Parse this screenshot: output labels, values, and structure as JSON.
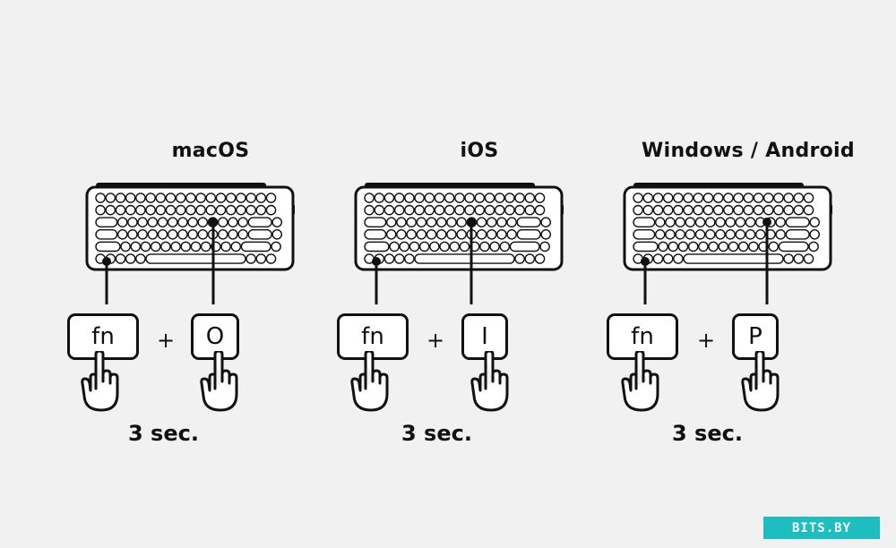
{
  "panels": [
    {
      "title": "macOS",
      "key1": "fn",
      "plus": "+",
      "key2": "O",
      "duration": "3 sec."
    },
    {
      "title": "iOS",
      "key1": "fn",
      "plus": "+",
      "key2": "I",
      "duration": "3 sec."
    },
    {
      "title": "Windows / Android",
      "key1": "fn",
      "plus": "+",
      "key2": "P",
      "duration": "3 sec."
    }
  ],
  "watermark": "BITS.BY",
  "colors": {
    "background": "#f1f1f1",
    "line": "#111111",
    "watermark_bg": "#1ebdbf"
  },
  "icons": [
    "keyboard-icon",
    "pointing-hand-icon"
  ]
}
